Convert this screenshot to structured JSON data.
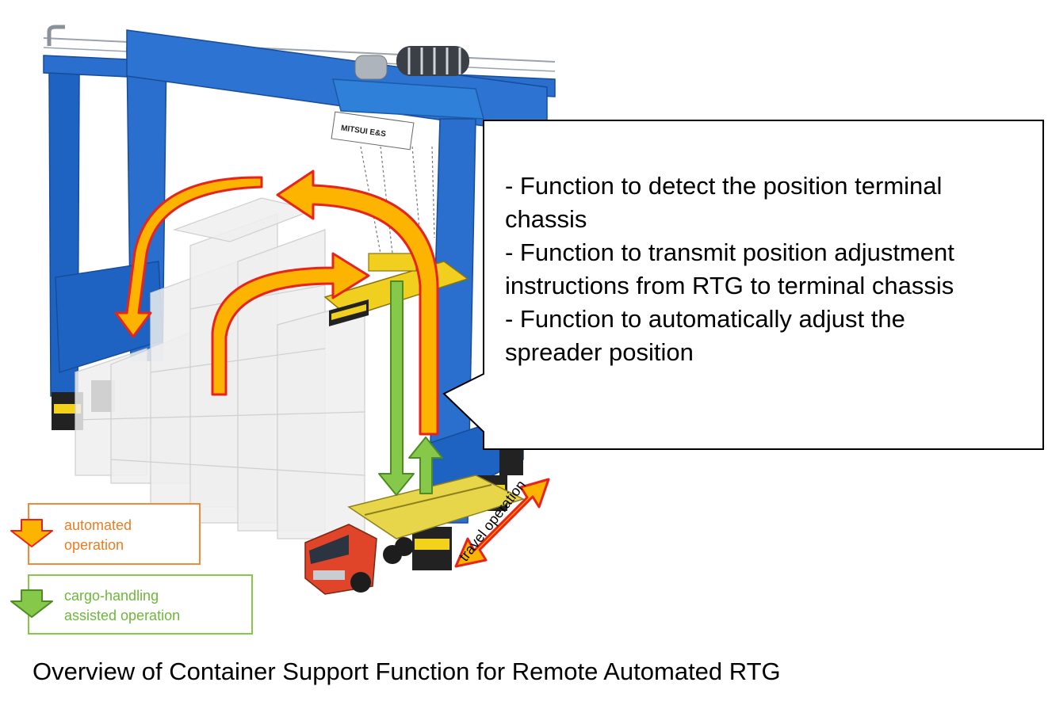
{
  "callout": {
    "lines": [
      "- Function to detect the position terminal",
      "chassis",
      "- Function to transmit position adjustment",
      "instructions from RTG to terminal chassis",
      "- Function to automatically adjust the",
      "spreader position"
    ]
  },
  "legend": {
    "automated_label_1": "automated",
    "automated_label_2": "operation",
    "cargo_label_1": "cargo-handling",
    "cargo_label_2": "assisted operation"
  },
  "travel_label": "travel operation",
  "caption": "Overview of Container Support Function for Remote Automated RTG",
  "crane_logo_text": "MITSUI E&S",
  "colors": {
    "crane_blue": "#1f63c2",
    "automated_arrow": "#fdb400",
    "arrow_outline": "#e8231b",
    "cargo_arrow": "#86c94a",
    "legend_auto_text": "#e87d23",
    "legend_cargo_text": "#6fb63c",
    "truck_cab": "#e0452a"
  }
}
